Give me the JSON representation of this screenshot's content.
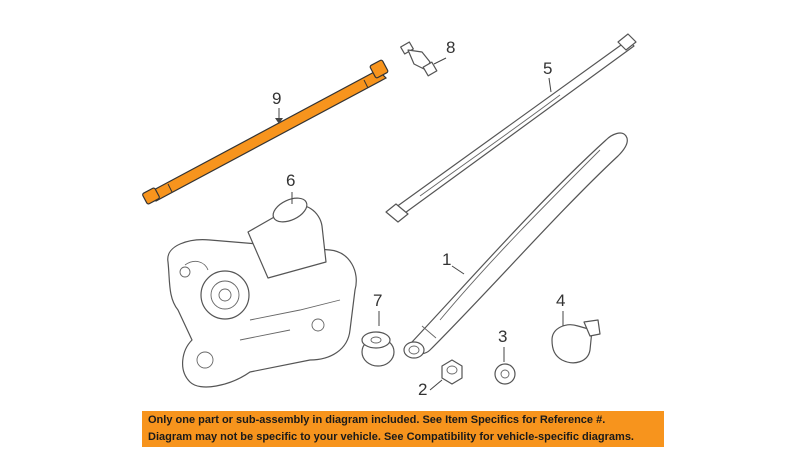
{
  "callouts": {
    "c1": "1",
    "c2": "2",
    "c3": "3",
    "c4": "4",
    "c5": "5",
    "c6": "6",
    "c7": "7",
    "c8": "8",
    "c9": "9"
  },
  "colors": {
    "highlight": "#f7941d",
    "line": "#555555"
  },
  "disclaimer": {
    "line1": "Only one part or sub-assembly in diagram included. See Item Specifics for Reference #.",
    "line2": "Diagram may not be specific to your vehicle. See Compatibility for vehicle-specific diagrams."
  }
}
